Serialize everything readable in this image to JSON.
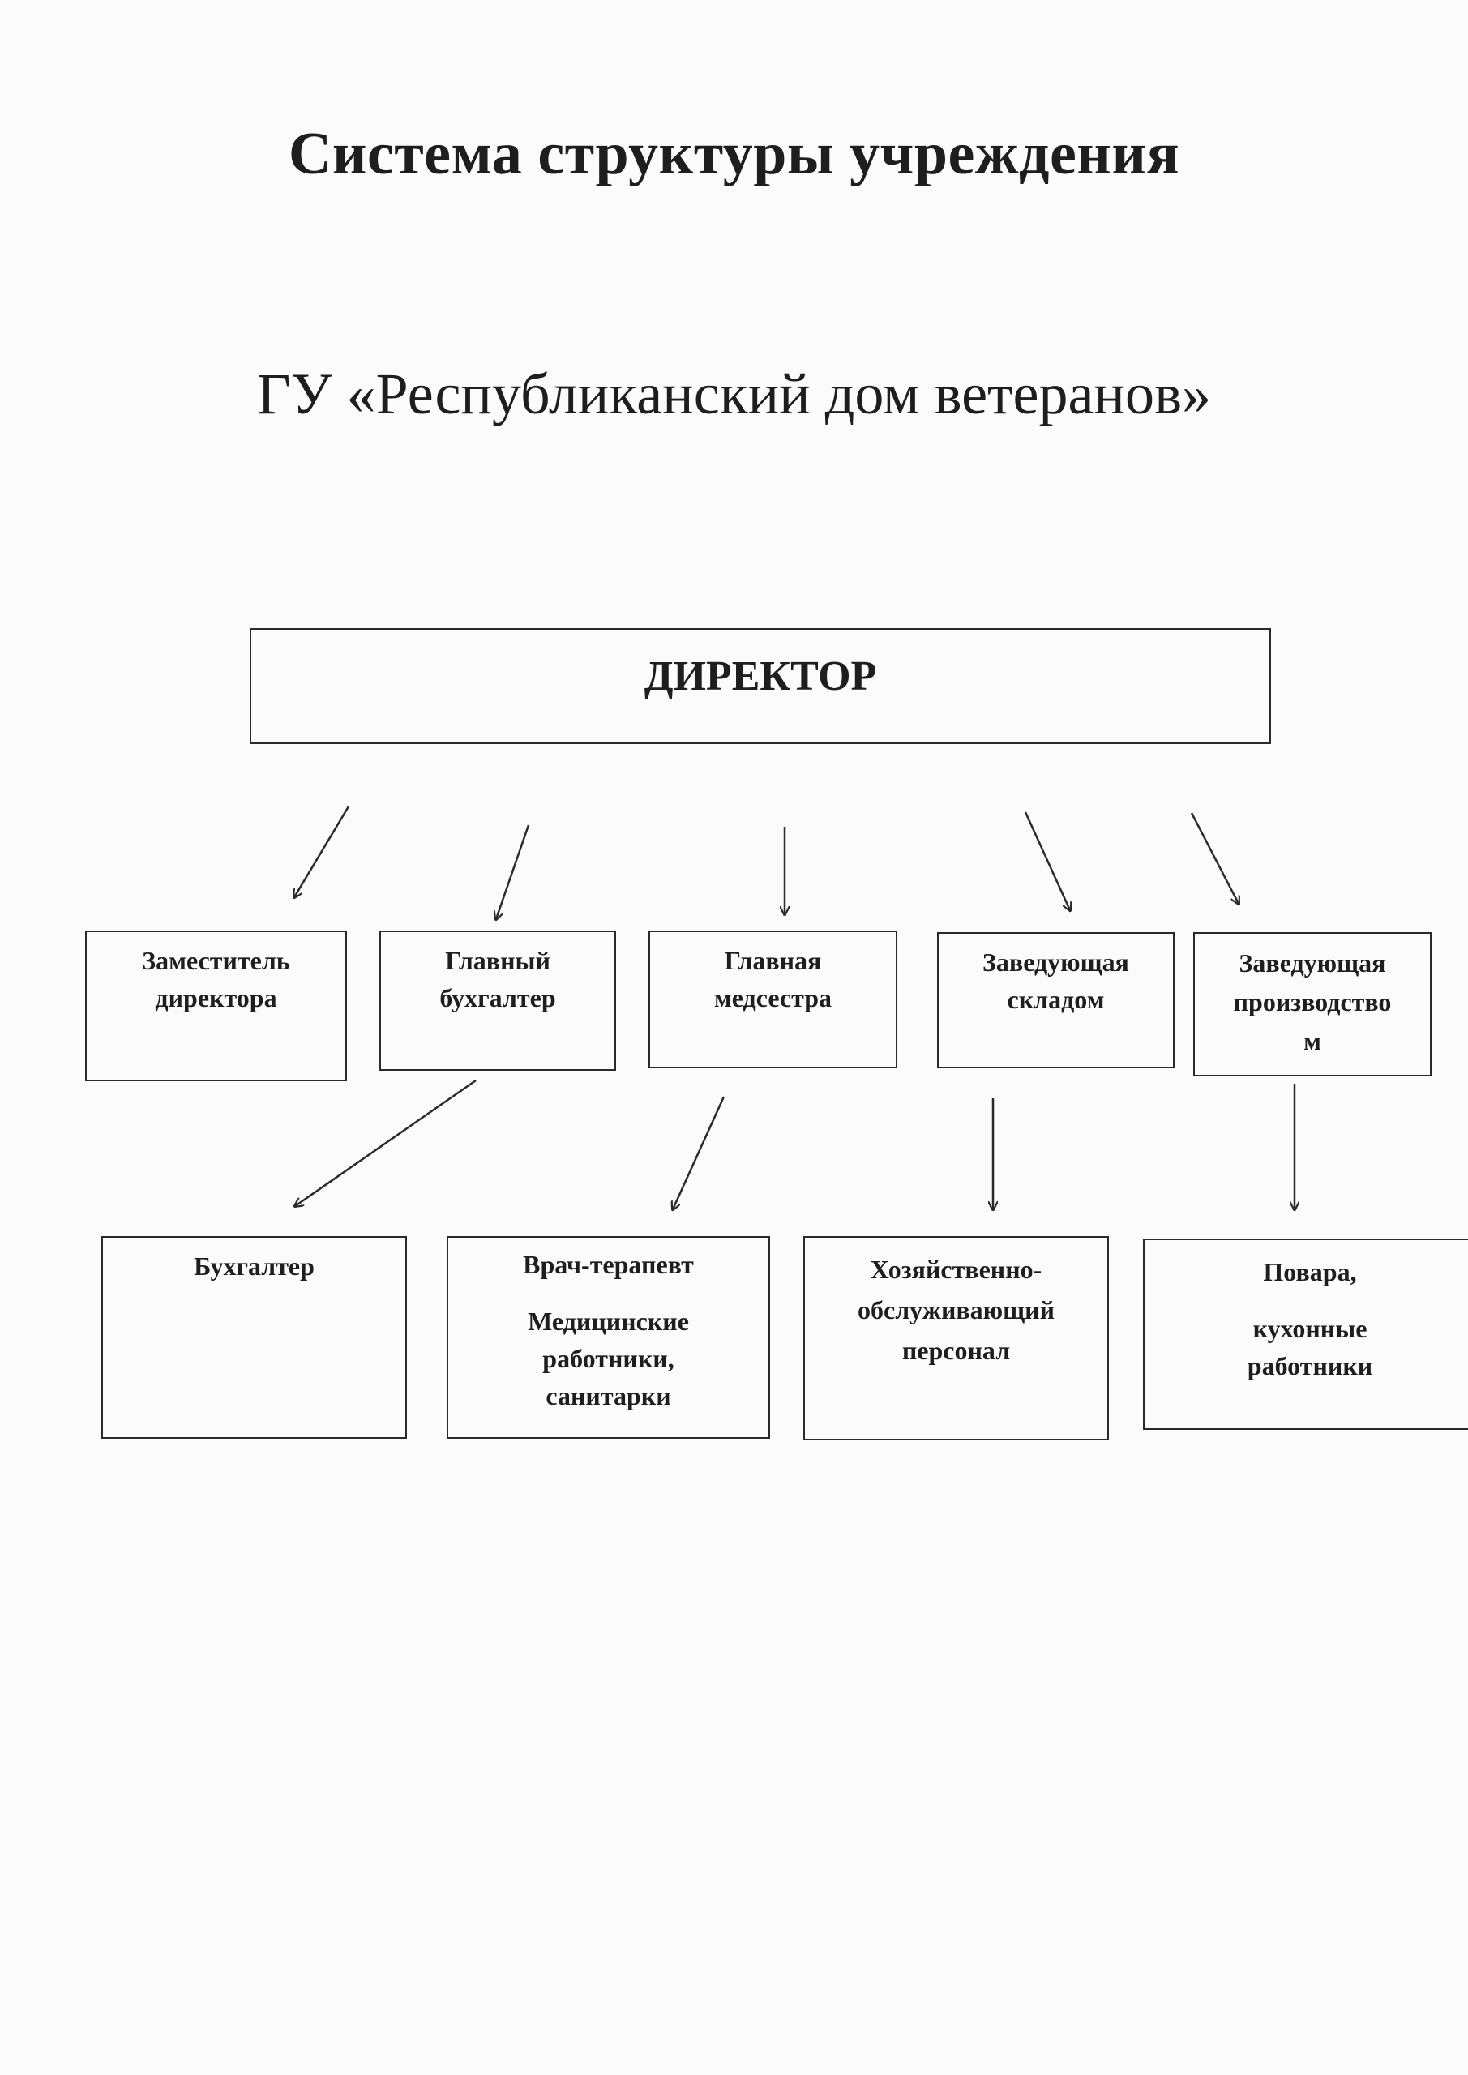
{
  "title": "Система структуры учреждения",
  "organization": "ГУ «Республиканский дом ветеранов»",
  "director": "ДИРЕКТОР",
  "level2": {
    "deputy": [
      "Заместитель",
      "директора"
    ],
    "chief_accountant": [
      "Главный",
      "бухгалтер"
    ],
    "head_nurse": [
      "Главная",
      "медсестра"
    ],
    "warehouse_head": [
      "Заведующая",
      "складом"
    ],
    "production_head": [
      "Заведующая",
      "производство",
      "м"
    ]
  },
  "level3": {
    "accountant": [
      "Бухгалтер"
    ],
    "doctor": {
      "line1": "Врач-терапевт",
      "rest": [
        "Медицинские",
        "работники,",
        "санитарки"
      ]
    },
    "household_staff": [
      "Хозяйственно-",
      "обслуживающий",
      "персонал"
    ],
    "cooks": {
      "line1": "Повара,",
      "rest": [
        "кухонные",
        "работники"
      ]
    }
  }
}
